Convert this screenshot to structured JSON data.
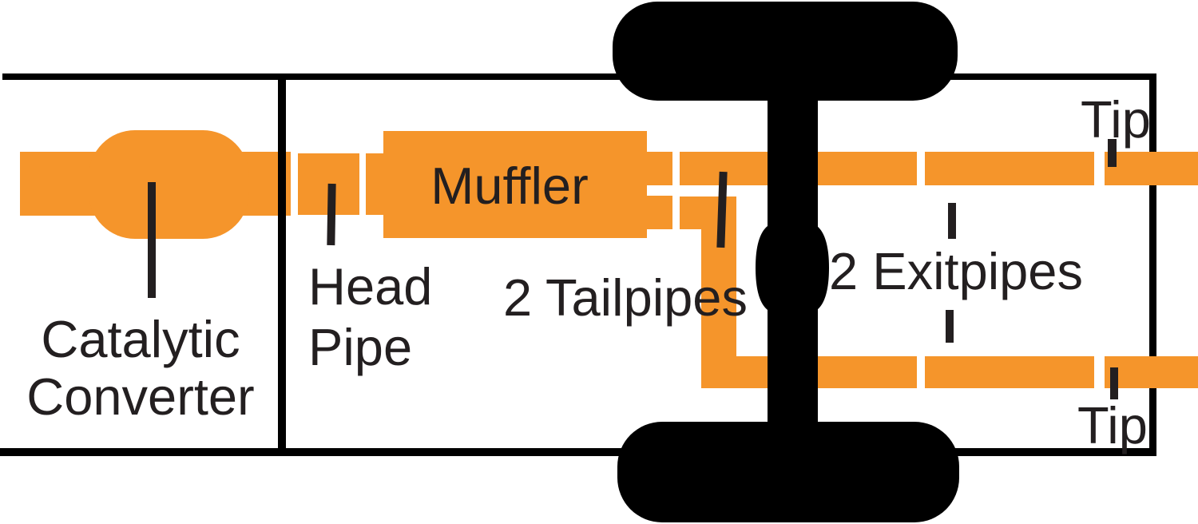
{
  "diagram": {
    "title": "Dual exhaust system layout diagram (top view of truck chassis)",
    "colors": {
      "pipe_orange": "#F5952B",
      "chassis_black": "#000000",
      "frame_black": "#000000",
      "text_black": "#231F20",
      "background": "#FFFFFF"
    },
    "labels": {
      "catalytic_converter_line1": "Catalytic",
      "catalytic_converter_line2": "Converter",
      "head_pipe_line1": "Head",
      "head_pipe_line2": "Pipe",
      "muffler": "Muffler",
      "tailpipes": "2 Tailpipes",
      "exitpipes": "2 Exitpipes",
      "tip_top": "Tip",
      "tip_bottom": "Tip"
    }
  }
}
